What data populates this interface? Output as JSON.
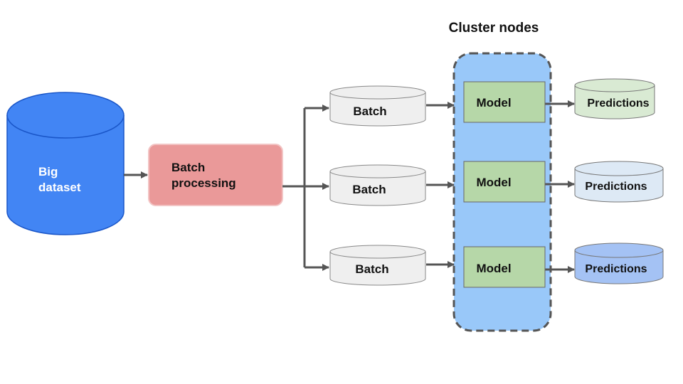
{
  "title": "Cluster nodes",
  "source": {
    "label_line1": "Big",
    "label_line2": "dataset",
    "color": "#4285f4"
  },
  "processor": {
    "label_line1": "Batch",
    "label_line2": "processing",
    "color": "#ea9999"
  },
  "batches": [
    {
      "label": "Batch"
    },
    {
      "label": "Batch"
    },
    {
      "label": "Batch"
    }
  ],
  "models": [
    {
      "label": "Model"
    },
    {
      "label": "Model"
    },
    {
      "label": "Model"
    }
  ],
  "predictions": [
    {
      "label": "Predictions",
      "color": "#d9ead3"
    },
    {
      "label": "Predictions",
      "color": "#dde9f5"
    },
    {
      "label": "Predictions",
      "color": "#a4c2f4"
    }
  ],
  "colors": {
    "cluster_fill": "#99c8f9",
    "cluster_border": "#555555",
    "model_fill": "#b6d7a8",
    "batch_fill": "#efefef",
    "arrow": "#555555"
  }
}
